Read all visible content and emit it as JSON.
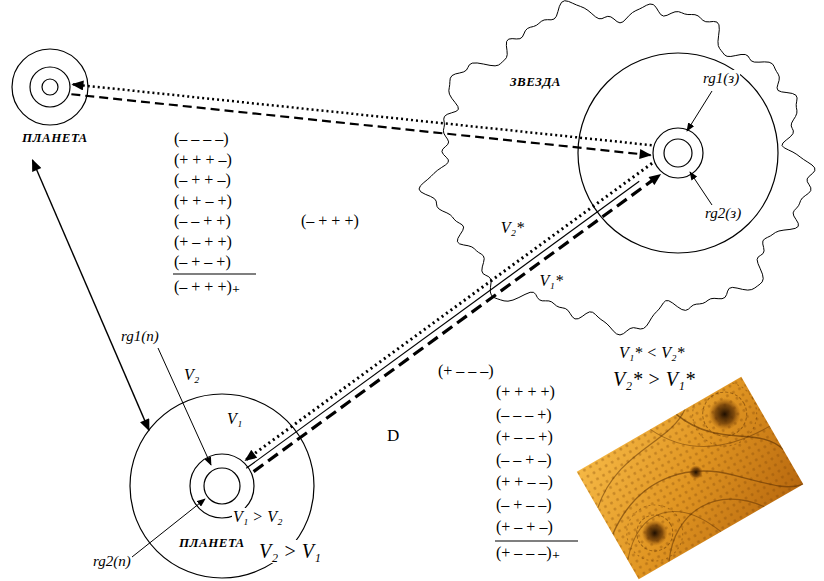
{
  "diagram": {
    "nodes": [
      {
        "text": [
          "ПЛАНЕТА"
        ]
      },
      {
        "text": [
          "ЗВЕЗДА"
        ]
      },
      {
        "text": [
          "ПЛАНЕТА"
        ]
      }
    ],
    "edges": [
      {
        "from": 0,
        "to": 1,
        "arrow": "to"
      },
      {
        "from": 1,
        "to": 0,
        "arrow": "to"
      },
      {
        "from": 2,
        "to": 1,
        "arrow": "to",
        "label": "V₁*"
      },
      {
        "from": 1,
        "to": 2,
        "arrow": "to",
        "label": "V₂*"
      },
      {
        "from": 2,
        "to": 1,
        "arrow": "none"
      },
      {
        "from": 0,
        "to": 2,
        "arrow": "both"
      }
    ],
    "labels": [
      "rg1(з)",
      "rg2(з)",
      "(– – – –)",
      "(+ + + –)",
      "(– + + –)",
      "(+ + – +)",
      "(– – + +)",
      "(+ – + +)",
      "(– + – +)",
      "(– + + +)₊",
      "(– + + +)",
      "V₂",
      "V₁",
      "(+ – – –)",
      "D",
      "V₁* < V₂*",
      "V₂* > V₁*",
      "(+ + + +)",
      "(– – – +)",
      "(+ – – +)",
      "(– – + –)",
      "(+ + – –)",
      "(– + – –)",
      "(+ – + –)",
      "(+ – – –)₊",
      "V₁ > V₂",
      "V₂ > V₁",
      "rg1(п)",
      "rg2(п)"
    ]
  }
}
